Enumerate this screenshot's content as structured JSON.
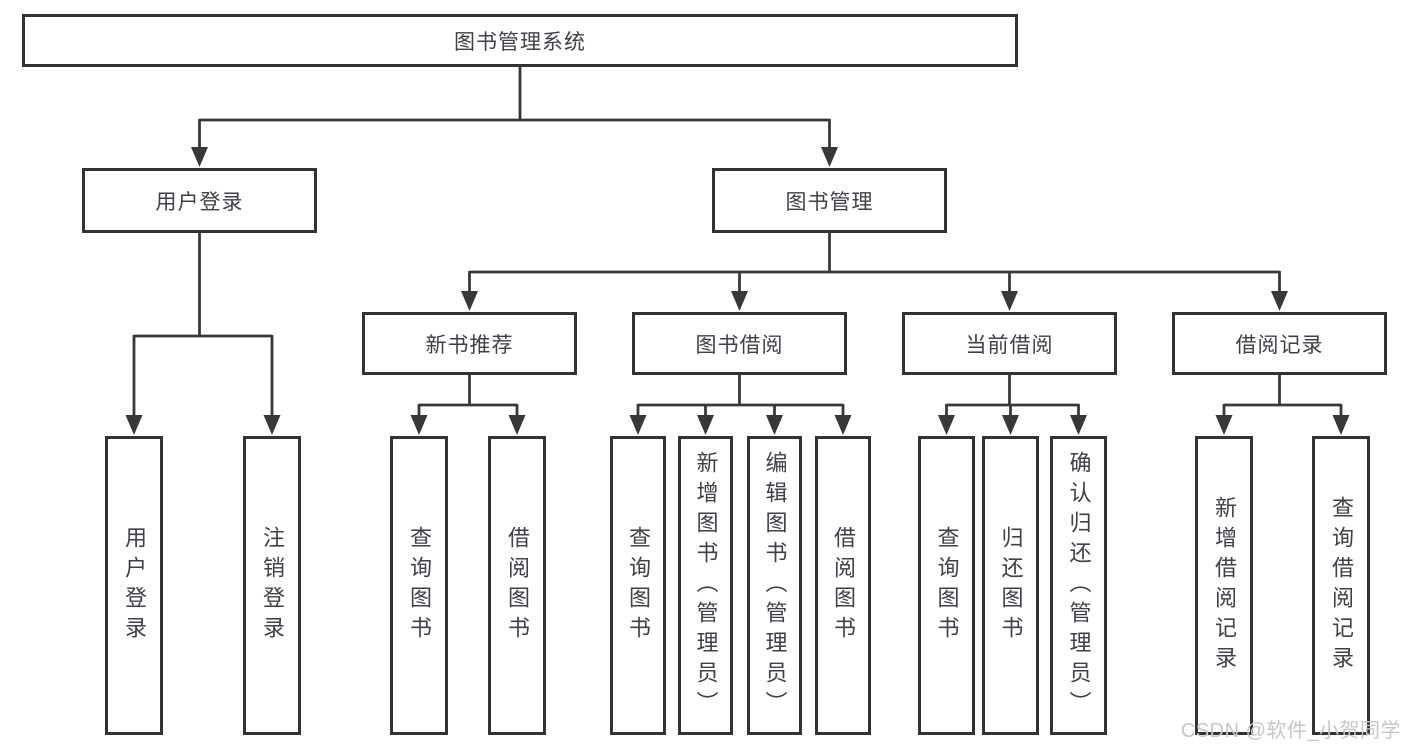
{
  "colors": {
    "background": "#ffffff",
    "line": "#383838",
    "box_border": "#333333",
    "box_fill": "#ffffff",
    "text": "#3e4147",
    "watermark": "#c3c7cb"
  },
  "watermark": {
    "text": "CSDN @软件_小贺同学"
  },
  "tree": {
    "root": {
      "label": "图书管理系统"
    },
    "children": [
      {
        "label": "用户登录",
        "children": [
          {
            "label": "用户登录"
          },
          {
            "label": "注销登录"
          }
        ]
      },
      {
        "label": "图书管理",
        "children": [
          {
            "label": "新书推荐",
            "children": [
              {
                "label": "查询图书"
              },
              {
                "label": "借阅图书"
              }
            ]
          },
          {
            "label": "图书借阅",
            "children": [
              {
                "label": "查询图书"
              },
              {
                "label": "新增图书（管理员）"
              },
              {
                "label": "编辑图书（管理员）"
              },
              {
                "label": "借阅图书"
              }
            ]
          },
          {
            "label": "当前借阅",
            "children": [
              {
                "label": "查询图书"
              },
              {
                "label": "归还图书"
              },
              {
                "label": "确认归还（管理员）"
              }
            ]
          },
          {
            "label": "借阅记录",
            "children": [
              {
                "label": "新增借阅记录"
              },
              {
                "label": "查询借阅记录"
              }
            ]
          }
        ]
      }
    ]
  }
}
